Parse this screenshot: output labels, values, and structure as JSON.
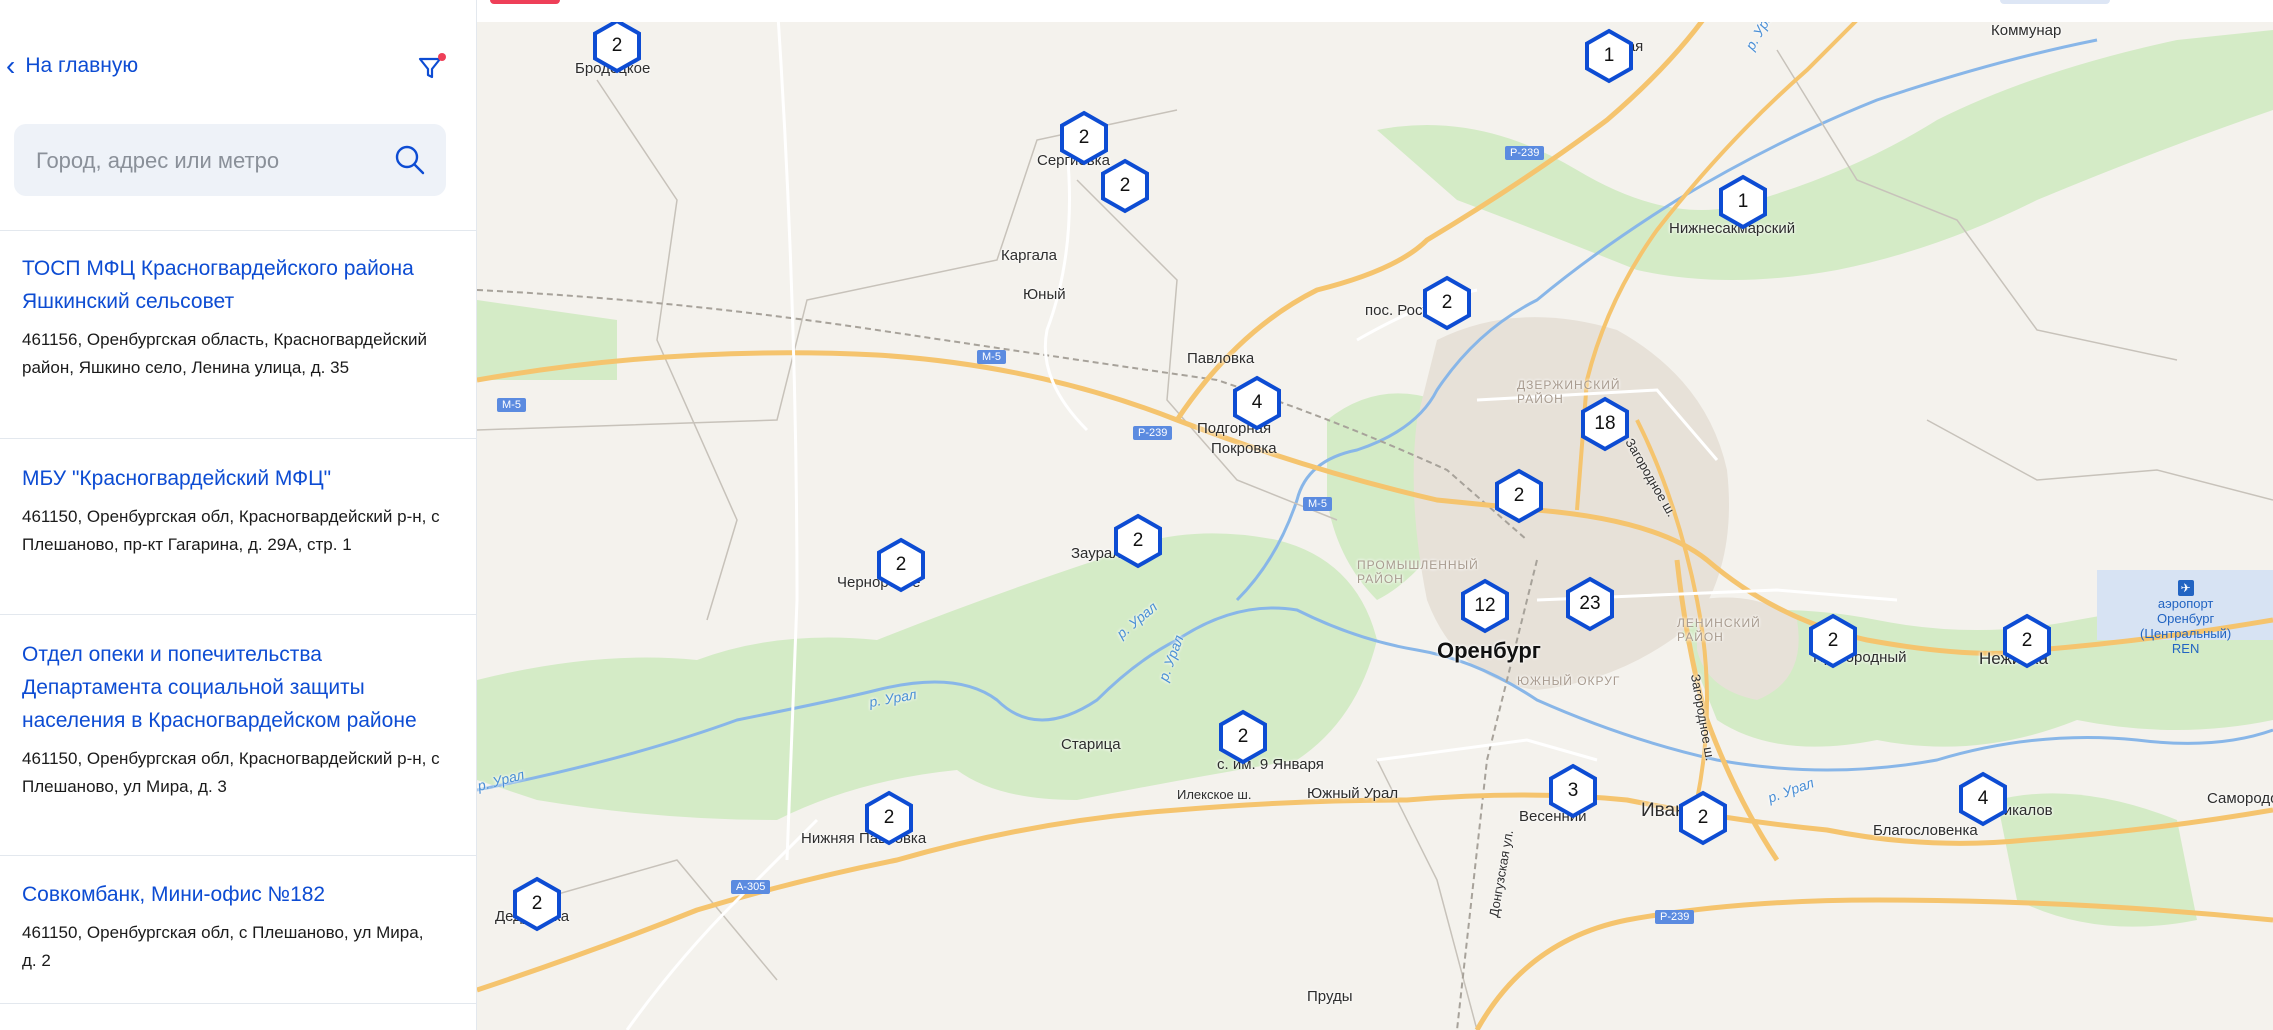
{
  "sidebar": {
    "back_label": "На главную",
    "search_placeholder": "Город, адрес или метро",
    "items": [
      {
        "title": "ТОСП МФЦ Красногвардейского района Яшкинский сельсовет",
        "address": "461156, Оренбургская область, Красногвардейский район, Яшкино село, Ленина улица, д. 35"
      },
      {
        "title": "МБУ \"Красногвардейский МФЦ\"",
        "address": "461150, Оренбургская обл, Красногвардейский р-н, с Плешаново, пр-кт Гагарина, д. 29А, стр. 1"
      },
      {
        "title": "Отдел опеки и попечительства Департамента социальной защиты населения в Красногвардейском районе",
        "address": "461150, Оренбургская обл, Красногвардейский р-н, с Плешаново, ул Мира, д. 3"
      },
      {
        "title": "Совкомбанк, Мини-офис №182",
        "address": "461150, Оренбургская обл, с Плешаново, ул Мира, д. 2"
      }
    ]
  },
  "map": {
    "labels": {
      "brodetskoe": "Бродецкое",
      "sergievka": "Сергиевка",
      "kargala": "Каргала",
      "yuny": "Юный",
      "pavlovka": "Павловка",
      "podgornaya": "Подгорная",
      "pokrovka": "Покровка",
      "posyolok": "пос. Ростоши",
      "nizhnesakmarsky": "Нижнесакмарский",
      "totskoe": "Тоцкая",
      "zauralny": "Зауральный",
      "chernorechenskoe": "Черноречье",
      "staritsa": "Старица",
      "im9jan": "с. им. 9 Января",
      "yuzhny_ural": "Южный Урал",
      "ilekskoe": "Илекское ш.",
      "nizhnyaya_pavlovka": "Нижняя Павловка",
      "dubovka": "Дедуровка",
      "orenburg": "Оренбург",
      "vesenny": "Весенний",
      "ivanovka": "Ивановка",
      "pervomaisky": "Пригородный",
      "nezhinka": "Нежинка",
      "blagoslovenka": "Благословенка",
      "pikalov": "Пикалов",
      "samorodovo": "Самородово",
      "prudy": "Пруды",
      "kommunar": "Коммунар",
      "dzerzhinsky": "ДЗЕРЖИНСКИЙ РАЙОН",
      "promyshlenny": "ПРОМЫШЛЕННЫЙ РАЙОН",
      "leninsky": "ЛЕНИНСКИЙ РАЙОН",
      "yuzhny_okrug": "ЮЖНЫЙ ОКРУГ",
      "zagorodnoe1": "Загородное ш.",
      "zagorodnoe2": "Загородное ш.",
      "dongutskaya": "Донгузская ул.",
      "river_ural1": "р. Урал",
      "river_ural2": "р. Урал",
      "river_ural3": "р. Урал",
      "river_ural4": "р. Урал",
      "river_ural5": "р. Урал",
      "river_ural6": "р. Урал"
    },
    "airport": {
      "line1": "аэропорт",
      "line2": "Оренбург",
      "line3": "(Центральный)",
      "line4": "REN"
    },
    "roads": {
      "m5a": "М-5",
      "m5b": "М-5",
      "m5c": "М-5",
      "p239a": "Р-239",
      "p239b": "Р-239",
      "p239c": "Р-239",
      "a305": "А-305"
    },
    "clusters": [
      {
        "count": "2"
      },
      {
        "count": "1"
      },
      {
        "count": "2"
      },
      {
        "count": "2"
      },
      {
        "count": "1"
      },
      {
        "count": "2"
      },
      {
        "count": "4"
      },
      {
        "count": "18"
      },
      {
        "count": "2"
      },
      {
        "count": "2"
      },
      {
        "count": "2"
      },
      {
        "count": "12"
      },
      {
        "count": "23"
      },
      {
        "count": "2"
      },
      {
        "count": "2"
      },
      {
        "count": "2"
      },
      {
        "count": "2"
      },
      {
        "count": "3"
      },
      {
        "count": "2"
      },
      {
        "count": "4"
      },
      {
        "count": "2"
      }
    ]
  }
}
